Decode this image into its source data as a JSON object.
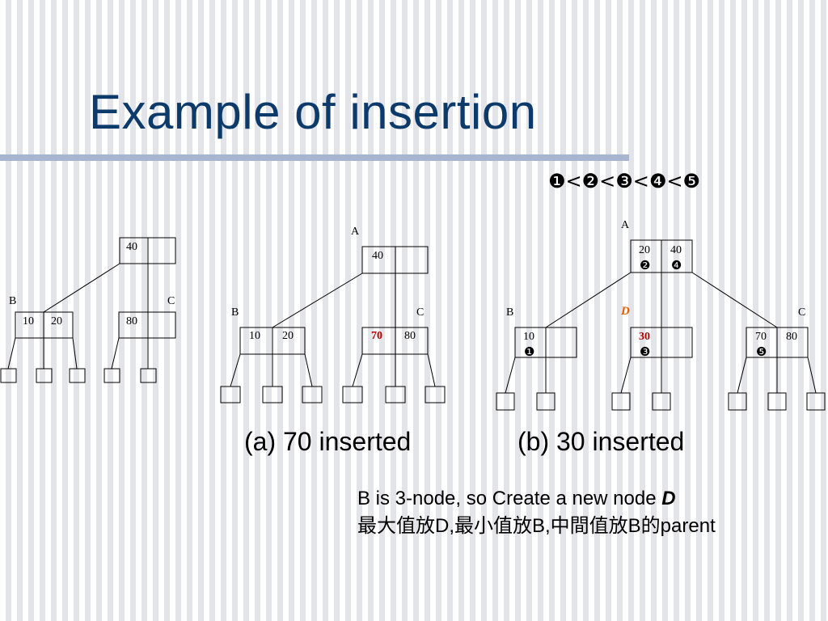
{
  "slide": {
    "title": "Example of insertion",
    "order_legend": "❶<❷<❸<❹<❺",
    "captions": {
      "a": "(a) 70 inserted",
      "b": "(b) 30 inserted"
    },
    "note": {
      "line1_prefix": "B is 3-node, so Create a new node ",
      "line1_em": "D",
      "line2": "最大值放D,最小值放B,中間值放B的parent"
    }
  },
  "diagrams": {
    "initial": {
      "root": [
        "40"
      ],
      "B_label": "B",
      "C_label": "C",
      "B": [
        "10",
        "20"
      ],
      "C": [
        "80"
      ]
    },
    "a": {
      "root_label": "A",
      "root": [
        "40"
      ],
      "B_label": "B",
      "C_label": "C",
      "B": [
        "10",
        "20"
      ],
      "C": [
        "70",
        "80"
      ]
    },
    "b": {
      "root_label": "A",
      "root": [
        "20",
        "40"
      ],
      "root_marks": [
        "❷",
        "❹"
      ],
      "B_label": "B",
      "D_label": "D",
      "C_label": "C",
      "B": [
        "10"
      ],
      "B_mark": "❶",
      "D": [
        "30"
      ],
      "D_mark": "❸",
      "C": [
        "70",
        "80"
      ],
      "C_mark": "❺"
    }
  },
  "colors": {
    "title": "#0b3a6b",
    "rule": "#a7b5d1",
    "highlight": "#b40000",
    "d_label": "#e25c00"
  }
}
